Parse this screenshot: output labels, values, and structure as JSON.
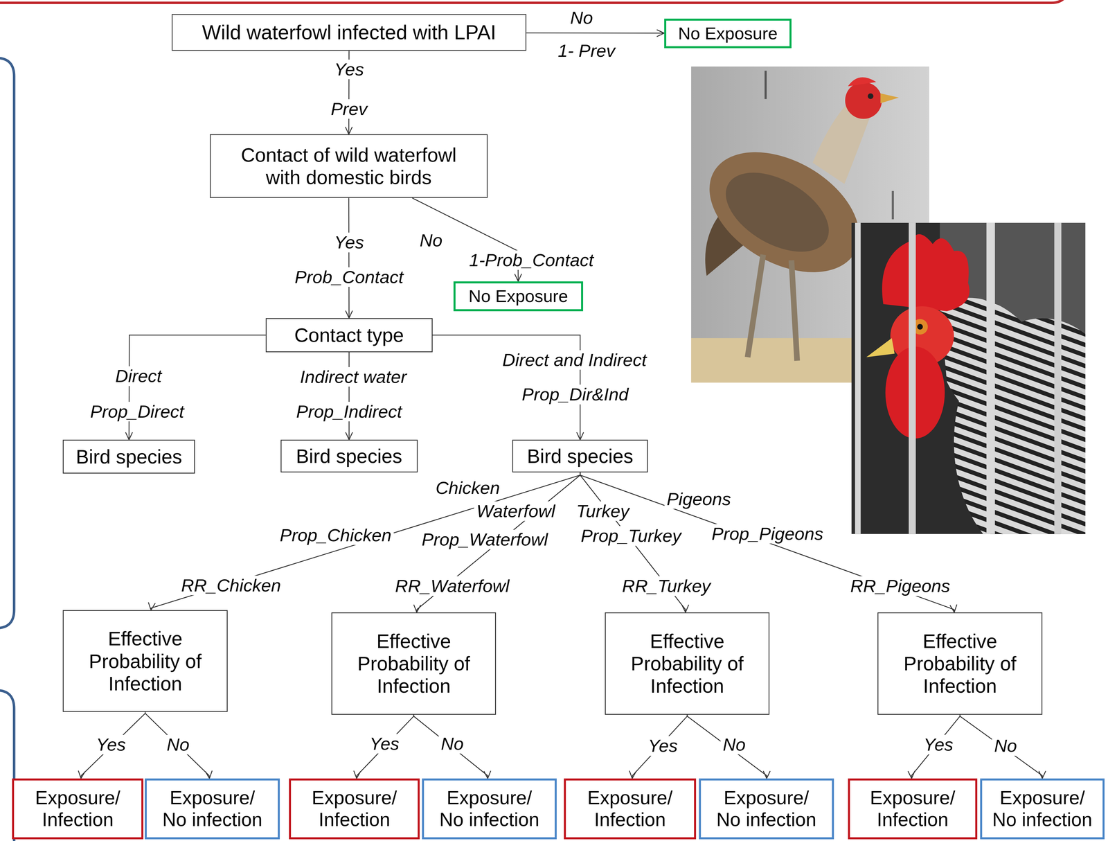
{
  "diagram": {
    "nodes": [
      {
        "text": [
          "Wild waterfowl infected with LPAI"
        ]
      },
      {
        "text": [
          "No Exposure"
        ]
      },
      {
        "text": [
          "Contact of wild waterfowl with domestic birds"
        ]
      },
      {
        "text": [
          "No Exposure"
        ]
      },
      {
        "text": [
          "Contact type"
        ]
      },
      {
        "text": [
          "Bird species"
        ]
      },
      {
        "text": [
          "Bird species"
        ]
      },
      {
        "text": [
          "Bird species"
        ]
      },
      {
        "text": [
          "Effective Probability of Infection"
        ]
      },
      {
        "text": [
          "Effective Probability of Infection"
        ]
      },
      {
        "text": [
          "Effective Probability of Infection"
        ]
      },
      {
        "text": [
          "Effective Probability of Infection"
        ]
      },
      {
        "text": [
          "Exposure/ Infection"
        ]
      },
      {
        "text": [
          "Exposure/ No infection"
        ]
      },
      {
        "text": [
          "Exposure/ Infection"
        ]
      },
      {
        "text": [
          "Exposure/ No infection"
        ]
      },
      {
        "text": [
          "Exposure/ Infection"
        ]
      },
      {
        "text": [
          "Exposure/ No infection"
        ]
      },
      {
        "text": [
          "Exposure/ Infection"
        ]
      },
      {
        "text": [
          "Exposure/ No infection"
        ]
      }
    ],
    "edges": [
      {
        "from": 0,
        "to": 1,
        "arrow": "to",
        "label": "No"
      },
      {
        "from": 0,
        "to": 2,
        "arrow": "to",
        "label": "Yes"
      },
      {
        "from": 2,
        "to": 3,
        "arrow": "to",
        "label": "No"
      },
      {
        "from": 2,
        "to": 4,
        "arrow": "to",
        "label": "Yes"
      },
      {
        "from": 4,
        "to": 5,
        "arrow": "to",
        "label": "Direct"
      },
      {
        "from": 4,
        "to": 6,
        "arrow": "to",
        "label": "Indirect water"
      },
      {
        "from": 4,
        "to": 7,
        "arrow": "to",
        "label": "Direct and Indirect"
      },
      {
        "from": 7,
        "to": 8,
        "arrow": "to",
        "label": "Chicken"
      },
      {
        "from": 7,
        "to": 9,
        "arrow": "to",
        "label": "Waterfowl"
      },
      {
        "from": 7,
        "to": 10,
        "arrow": "to",
        "label": "Turkey"
      },
      {
        "from": 7,
        "to": 11,
        "arrow": "to",
        "label": "Pigeons"
      },
      {
        "from": 8,
        "to": 12,
        "arrow": "to",
        "label": "Yes"
      },
      {
        "from": 8,
        "to": 13,
        "arrow": "to",
        "label": "No"
      },
      {
        "from": 9,
        "to": 14,
        "arrow": "to",
        "label": "Yes"
      },
      {
        "from": 9,
        "to": 15,
        "arrow": "to",
        "label": "No"
      },
      {
        "from": 10,
        "to": 16,
        "arrow": "to",
        "label": "Yes"
      },
      {
        "from": 10,
        "to": 17,
        "arrow": "to",
        "label": "No"
      },
      {
        "from": 11,
        "to": 18,
        "arrow": "to",
        "label": "Yes"
      },
      {
        "from": 11,
        "to": 19,
        "arrow": "to",
        "label": "No"
      }
    ],
    "labels": [
      "1- Prev",
      "Prev",
      "1-Prob_Contact",
      "Prob_Contact",
      "Prop_Direct",
      "Prop_Indirect",
      "Prop_Dir&Ind",
      "Prop_Chicken",
      "RR_Chicken",
      "Prop_Waterfowl",
      "RR_Waterfowl",
      "Prop_Turkey",
      "RR_Turkey",
      "Prop_Pigeons",
      "RR_Pigeons"
    ]
  }
}
